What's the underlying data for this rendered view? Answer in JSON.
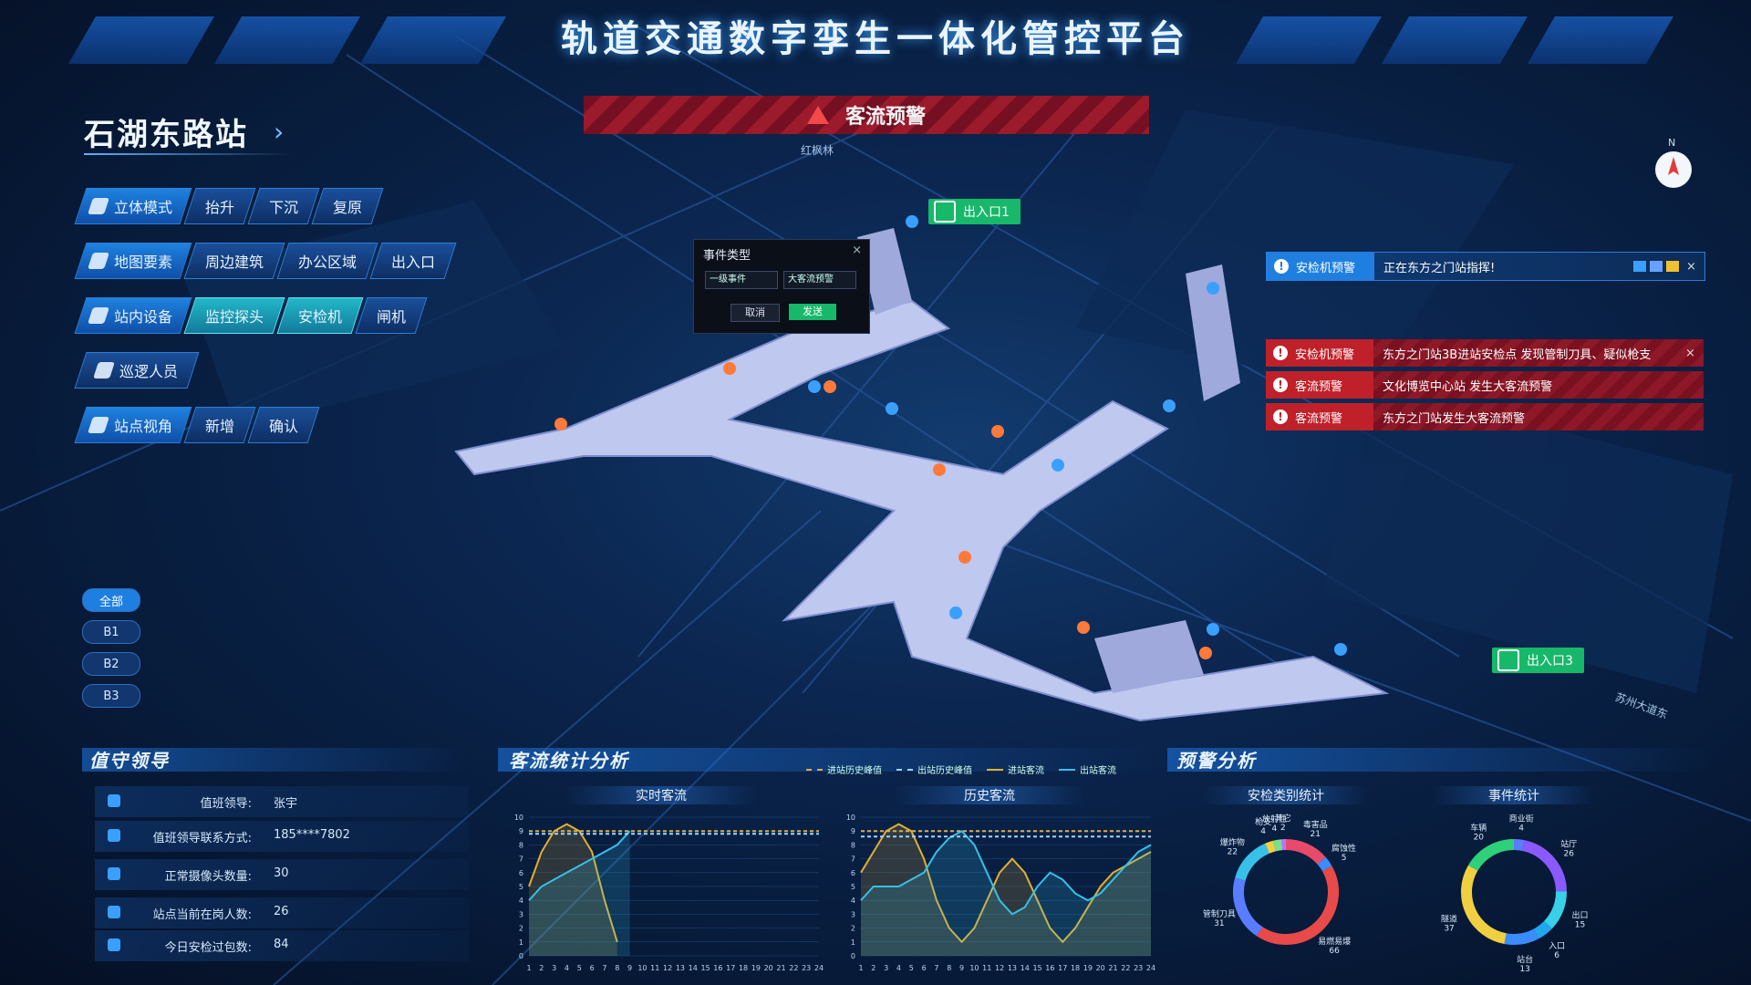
{
  "header": {
    "title": "轨道交通数字孪生一体化管控平台"
  },
  "station": {
    "name": "石湖东路站"
  },
  "toolbar": {
    "row1": {
      "main": "立体模式",
      "items": [
        "抬升",
        "下沉",
        "复原"
      ]
    },
    "row2": {
      "main": "地图要素",
      "items": [
        "周边建筑",
        "办公区域",
        "出入口"
      ]
    },
    "row3": {
      "main": "站内设备",
      "items": [
        "监控探头",
        "安检机",
        "闸机"
      ]
    },
    "row4": {
      "main": "巡逻人员",
      "items": []
    },
    "row5": {
      "main": "站点视角",
      "items": [
        "新增",
        "确认"
      ]
    }
  },
  "floors": [
    "全部",
    "B1",
    "B2",
    "B3"
  ],
  "banner": {
    "text": "客流预警",
    "road1": "红枫林",
    "road2": "苏州大道东"
  },
  "dialog": {
    "title": "事件类型",
    "select1": "一级事件",
    "select2": "大客流预警",
    "cancel": "取消",
    "send": "发送"
  },
  "exits": {
    "exit1": "出入口1",
    "exit3": "出入口3"
  },
  "alerts": [
    {
      "tag": "安检机预警",
      "msg": "正在东方之门站指挥!",
      "style": "blue"
    },
    {
      "tag": "安检机预警",
      "msg": "东方之门站3B进站安检点 发现管制刀具、疑似枪支",
      "style": "red"
    },
    {
      "tag": "客流预警",
      "msg": "文化博览中心站 发生大客流预警",
      "style": "red"
    },
    {
      "tag": "客流预警",
      "msg": "东方之门站发生大客流预警",
      "style": "red"
    }
  ],
  "compass": {
    "label": "N"
  },
  "duty": {
    "title": "值守领导",
    "rows": [
      {
        "label": "值班领导:",
        "value": "张宇"
      },
      {
        "label": "值班领导联系方式:",
        "value": "185****7802"
      },
      {
        "label": "正常摄像头数量:",
        "value": "30"
      },
      {
        "label": "站点当前在岗人数:",
        "value": "26"
      },
      {
        "label": "今日安检过包数:",
        "value": "84"
      }
    ]
  },
  "flow": {
    "title": "客流统计分析",
    "legend": [
      "进站历史峰值",
      "出站历史峰值",
      "进站客流",
      "出站客流"
    ],
    "realtime_title": "实时客流",
    "history_title": "历史客流"
  },
  "warning": {
    "title": "预警分析",
    "security_title": "安检类别统计",
    "event_title": "事件统计"
  },
  "colors": {
    "accent": "#1e82e0",
    "alert_red": "#c0202a",
    "exit_green": "#17b86a",
    "inflow": "#e2b030",
    "outflow": "#38c0e8"
  },
  "chart_data": [
    {
      "type": "line",
      "title": "实时客流",
      "x": [
        1,
        2,
        3,
        4,
        5,
        6,
        7,
        8,
        9,
        10,
        11,
        12,
        13,
        14,
        15,
        16,
        17,
        18,
        19,
        20,
        21,
        22,
        23,
        24
      ],
      "ylim": [
        0,
        10
      ],
      "series": [
        {
          "name": "进站客流",
          "values": [
            5,
            7.5,
            9,
            9.5,
            9,
            7.5,
            4,
            1,
            null,
            null,
            null,
            null,
            null,
            null,
            null,
            null,
            null,
            null,
            null,
            null,
            null,
            null,
            null,
            null
          ]
        },
        {
          "name": "出站客流",
          "values": [
            4,
            5,
            5.5,
            6,
            6.5,
            7,
            7.5,
            8,
            9,
            null,
            null,
            null,
            null,
            null,
            null,
            null,
            null,
            null,
            null,
            null,
            null,
            null,
            null,
            null
          ]
        },
        {
          "name": "进站历史峰值",
          "values": [
            9,
            9,
            9,
            9,
            9,
            9,
            9,
            9,
            9,
            9,
            9,
            9,
            9,
            9,
            9,
            9,
            9,
            9,
            9,
            9,
            9,
            9,
            9,
            9
          ]
        },
        {
          "name": "出站历史峰值",
          "values": [
            8.8,
            8.8,
            8.8,
            8.8,
            8.8,
            8.8,
            8.8,
            8.8,
            8.8,
            8.8,
            8.8,
            8.8,
            8.8,
            8.8,
            8.8,
            8.8,
            8.8,
            8.8,
            8.8,
            8.8,
            8.8,
            8.8,
            8.8,
            8.8
          ]
        }
      ]
    },
    {
      "type": "line",
      "title": "历史客流",
      "x": [
        1,
        2,
        3,
        4,
        5,
        6,
        7,
        8,
        9,
        10,
        11,
        12,
        13,
        14,
        15,
        16,
        17,
        18,
        19,
        20,
        21,
        22,
        23,
        24
      ],
      "ylim": [
        0,
        10
      ],
      "series": [
        {
          "name": "进站客流",
          "values": [
            6,
            7.5,
            9,
            9.5,
            9,
            7,
            4,
            2,
            1,
            2,
            4,
            6,
            7,
            6,
            4,
            2,
            1,
            2,
            3.5,
            5,
            6,
            6.5,
            7,
            7.5
          ]
        },
        {
          "name": "出站客流",
          "values": [
            4,
            5,
            5,
            5,
            5.5,
            6,
            7.5,
            8.5,
            9,
            8,
            6,
            4,
            3,
            3.5,
            5,
            6,
            5.5,
            4.5,
            4,
            4.5,
            5.5,
            6.5,
            7.5,
            8
          ]
        },
        {
          "name": "进站历史峰值",
          "values": [
            9,
            9,
            9,
            9,
            9,
            9,
            9,
            9,
            9,
            9,
            9,
            9,
            9,
            9,
            9,
            9,
            9,
            9,
            9,
            9,
            9,
            9,
            9,
            9
          ]
        },
        {
          "name": "出站历史峰值",
          "values": [
            8.6,
            8.6,
            8.6,
            8.6,
            8.6,
            8.6,
            8.6,
            8.6,
            8.6,
            8.6,
            8.6,
            8.6,
            8.6,
            8.6,
            8.6,
            8.6,
            8.6,
            8.6,
            8.6,
            8.6,
            8.6,
            8.6,
            8.6,
            8.6
          ]
        }
      ]
    },
    {
      "type": "pie",
      "title": "安检类别统计",
      "categories": [
        "毒害品",
        "腐蚀性",
        "易燃易爆",
        "管制刀具",
        "爆炸物",
        "枪支",
        "放射性",
        "其它"
      ],
      "values": [
        21,
        5,
        66,
        31,
        22,
        4,
        4,
        2
      ]
    },
    {
      "type": "pie",
      "title": "事件统计",
      "categories": [
        "商业街",
        "站厅",
        "出口",
        "入口",
        "站台",
        "隧道",
        "车辆"
      ],
      "values": [
        4,
        26,
        15,
        6,
        13,
        37,
        20
      ]
    }
  ]
}
